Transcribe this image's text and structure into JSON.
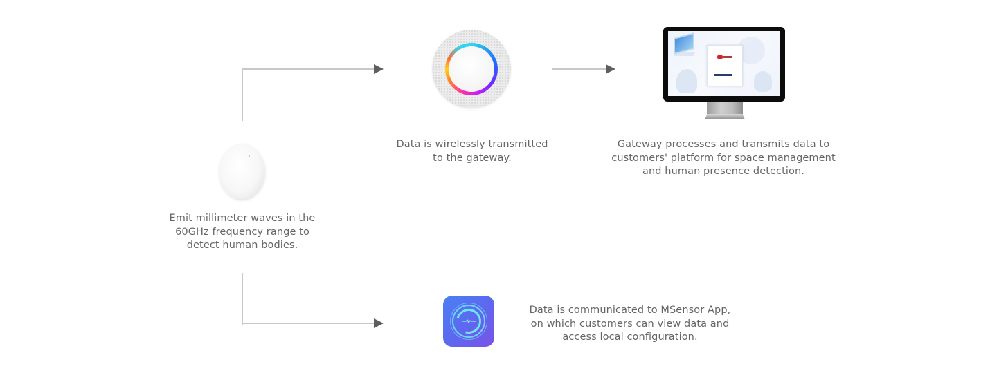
{
  "diagram": {
    "title": "Millimeter-wave sensor data flow",
    "nodes": [
      {
        "id": "sensor",
        "icon": "sensor-device-icon",
        "caption_lines": [
          "Emit millimeter waves in the",
          "60GHz frequency range to",
          "detect human bodies."
        ]
      },
      {
        "id": "gateway",
        "icon": "gateway-device-icon",
        "caption_lines": [
          "Data is wirelessly transmitted",
          "to the gateway."
        ]
      },
      {
        "id": "platform",
        "icon": "monitor-platform-icon",
        "caption_lines": [
          "Gateway processes and transmits data to",
          "customers' platform for space management",
          "and human presence detection."
        ]
      },
      {
        "id": "app",
        "icon": "msensor-app-icon",
        "caption_lines": [
          "Data is communicated to MSensor App,",
          "on which customers can view data and",
          "access local configuration."
        ]
      }
    ],
    "edges": [
      {
        "from": "sensor",
        "to": "gateway"
      },
      {
        "from": "gateway",
        "to": "platform"
      },
      {
        "from": "sensor",
        "to": "app"
      }
    ],
    "colors": {
      "caption_text": "#666666",
      "connector_line": "#c8c8c8",
      "arrowhead": "#5e5e5e",
      "app_gradient_start": "#4a80f2",
      "app_gradient_end": "#7b52e8",
      "app_ring": "#6ee6f0"
    }
  }
}
